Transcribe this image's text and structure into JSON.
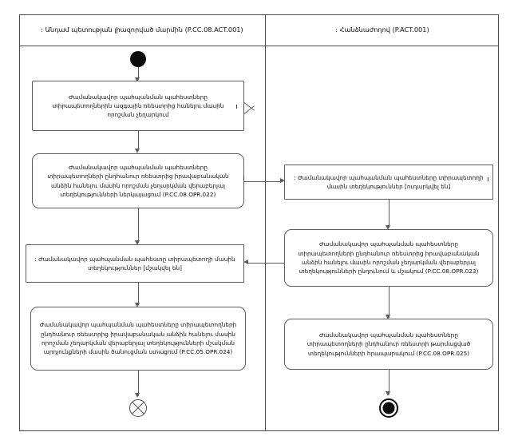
{
  "diagram": {
    "type": "uml-activity-diagram",
    "lanes": [
      {
        "id": "lane-left",
        "title": ": Անդամ պետության լիազորված մարմին  (P.CC.08.ACT.001)"
      },
      {
        "id": "lane-right",
        "title": ": Հանձնաժողով (P.ACT.001)"
      }
    ],
    "nodes": {
      "initial": {
        "kind": "initial-node",
        "label": ""
      },
      "left_1": {
        "kind": "note",
        "text": "Ժամանակավոր պահպանման պահեստները տիրապետողներին ազգային ռեեստրից հանելու մասին որոշման չեղարկում"
      },
      "left_2": {
        "kind": "action",
        "text": "Ժամանակավոր պահպանման պահեստները տիրապետողների ընդհանուր ռեեստրից իրավաբանական անձին հանելու մասին որոշման չեղարկման վերաբերյալ տեղեկությունների ներկայացում (P.CC.08.OPR.022)"
      },
      "left_3": {
        "kind": "object",
        "text": ": Ժամանակավոր պահպանման պահեստը տիրապետողի մասին տեղեկություններ [մշակվել են]"
      },
      "left_4": {
        "kind": "action",
        "text": "Ժամանակավոր պահպանման պահեստները տիրապետողների ընդհանուր ռեեստրից իրավաբանական անձին հանելու մասին որոշման չեղարկման վերաբերյալ տեղեկությունների մշակման  արդյունքների մասին ծանուցման ստացում (P.CC.05.OPR.024)"
      },
      "left_end": {
        "kind": "flow-final",
        "label": ""
      },
      "right_1": {
        "kind": "object",
        "text": ": Ժամանակավոր պահպանման պահեստները տիրապետողի մասին տեղեկություններ [ուղարկվել են]"
      },
      "right_2": {
        "kind": "action",
        "text": "Ժամանակավոր պահպանման պահեստները տիրապետողների ընդհանուր ռեեստրից իրավաբանական անձին հանելու մասին որոշման չեղարկման վերաբերյալ տեղեկությունների ընդունում և մշակում (P.CC.08.OPR.023)"
      },
      "right_3": {
        "kind": "action",
        "text": "Ժամանակավոր պահպանման պահեստները տիրապետողների ընդհանուր ռեեստրի թարմացված տեղեկությունների հրապարակում (P.CC.08.OPR.025)"
      },
      "right_end": {
        "kind": "activity-final",
        "label": ""
      }
    },
    "colors": {
      "stroke": "#5c5c5c",
      "frame": "#4a4a4a",
      "fill": "#ffffff",
      "text": "#111111",
      "solid_node": "#0b0b0b"
    }
  }
}
